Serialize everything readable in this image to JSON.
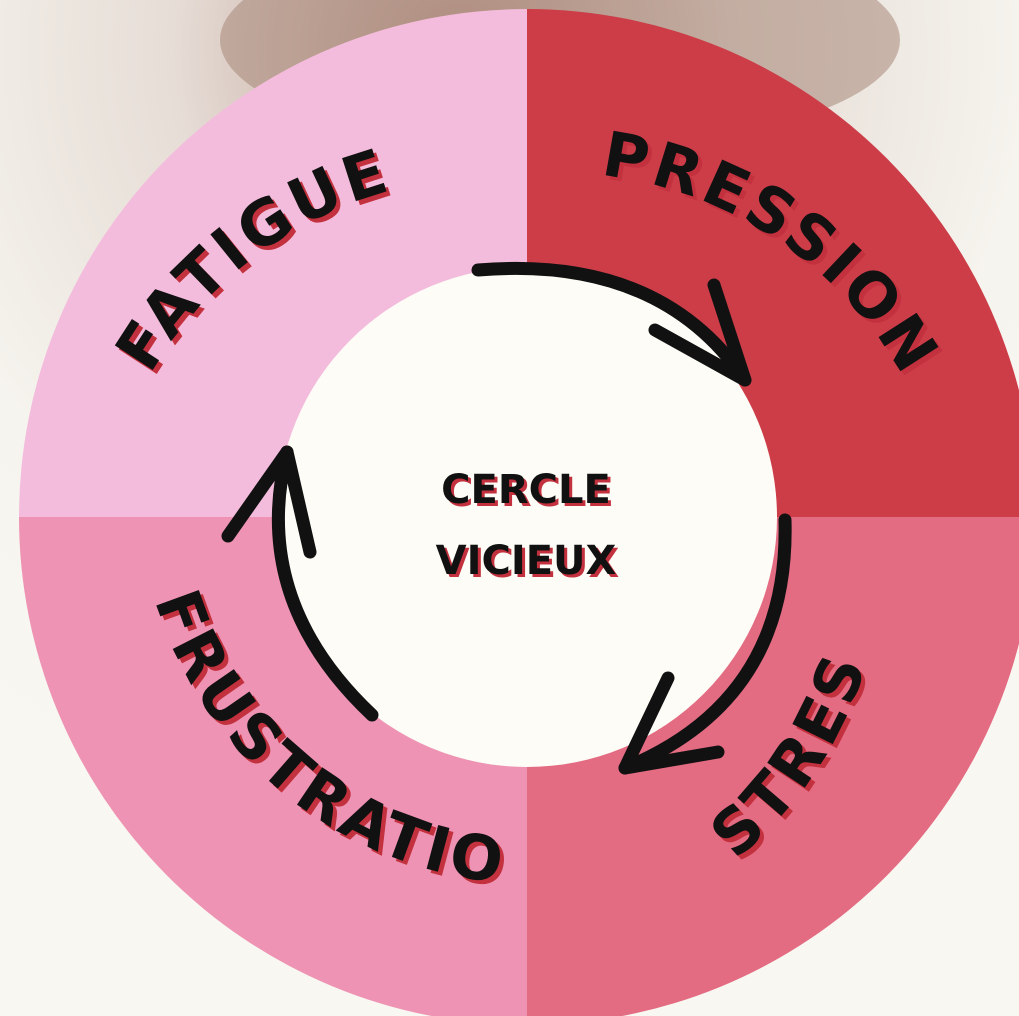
{
  "diagram": {
    "center_line_1": "CERCLE",
    "center_line_2": "VICIEUX",
    "segments": [
      {
        "label": "FATIGUE",
        "color": "#f4bcdc"
      },
      {
        "label": "PRESSION",
        "color": "#cc3d48"
      },
      {
        "label": "STRESS",
        "color": "#e36b82"
      },
      {
        "label": "FRUSTRATION",
        "color": "#ee93b3"
      }
    ],
    "center_color": "#fdfcf6",
    "arrow_color": "#111111",
    "label_shadow_color": "#c2313d"
  }
}
